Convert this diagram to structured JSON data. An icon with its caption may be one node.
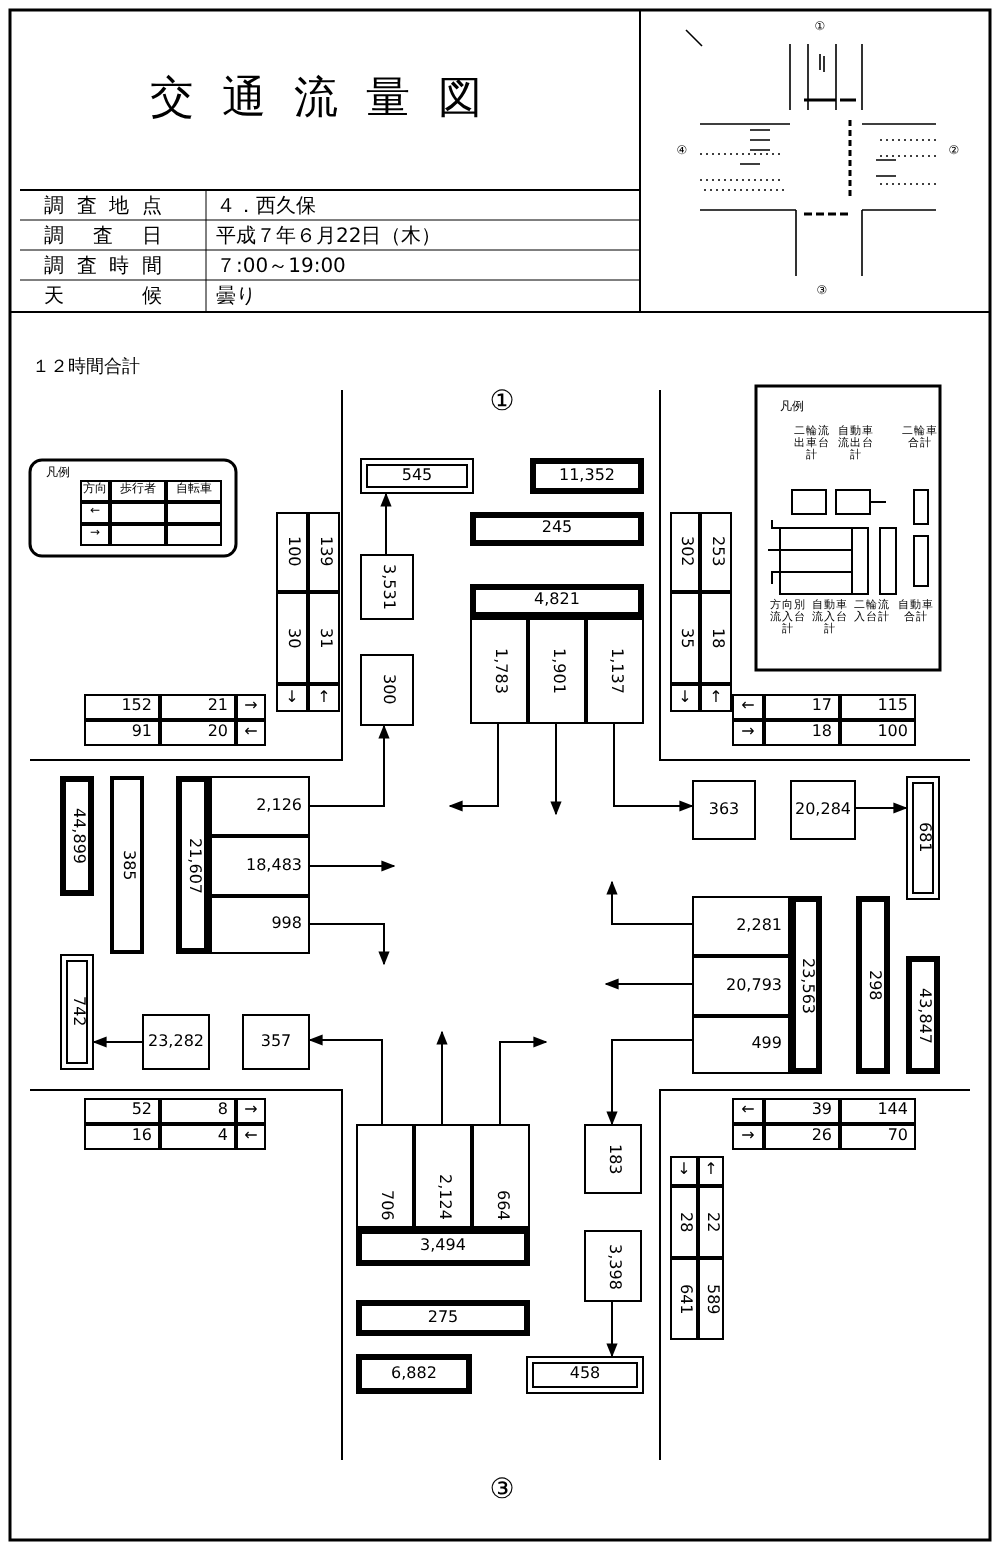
{
  "diagram": {
    "title": "交通流量図",
    "nodes": [
      {
        "text": [
          "545"
        ]
      },
      {
        "text": [
          "11,352"
        ]
      },
      {
        "text": [
          "245"
        ]
      },
      {
        "text": [
          "3,531"
        ]
      },
      {
        "text": [
          "4,821"
        ]
      },
      {
        "text": [
          "1,783"
        ]
      },
      {
        "text": [
          "1,901"
        ]
      },
      {
        "text": [
          "1,137"
        ]
      },
      {
        "text": [
          "300"
        ]
      },
      {
        "text": [
          "44,899"
        ]
      },
      {
        "text": [
          "385"
        ]
      },
      {
        "text": [
          "21,607"
        ]
      },
      {
        "text": [
          "2,126"
        ]
      },
      {
        "text": [
          "18,483"
        ]
      },
      {
        "text": [
          "998"
        ]
      },
      {
        "text": [
          "363"
        ]
      },
      {
        "text": [
          "20,284"
        ]
      },
      {
        "text": [
          "681"
        ]
      },
      {
        "text": [
          "2,281"
        ]
      },
      {
        "text": [
          "20,793"
        ]
      },
      {
        "text": [
          "499"
        ]
      },
      {
        "text": [
          "23,563"
        ]
      },
      {
        "text": [
          "298"
        ]
      },
      {
        "text": [
          "43,847"
        ]
      },
      {
        "text": [
          "742"
        ]
      },
      {
        "text": [
          "23,282"
        ]
      },
      {
        "text": [
          "357"
        ]
      },
      {
        "text": [
          "706"
        ]
      },
      {
        "text": [
          "2,124"
        ]
      },
      {
        "text": [
          "664"
        ]
      },
      {
        "text": [
          "183"
        ]
      },
      {
        "text": [
          "3,494"
        ]
      },
      {
        "text": [
          "3,398"
        ]
      },
      {
        "text": [
          "275"
        ]
      },
      {
        "text": [
          "6,882"
        ]
      },
      {
        "text": [
          "458"
        ]
      }
    ],
    "edges": [
      {
        "from": 3,
        "to": 0,
        "arrow": "to"
      },
      {
        "from": 5,
        "to": null,
        "arrow": "to"
      },
      {
        "from": 6,
        "to": null,
        "arrow": "to"
      },
      {
        "from": 7,
        "to": 15,
        "arrow": "to"
      },
      {
        "from": 12,
        "to": 8,
        "arrow": "to"
      },
      {
        "from": 13,
        "to": null,
        "arrow": "to"
      },
      {
        "from": 14,
        "to": null,
        "arrow": "to"
      },
      {
        "from": 16,
        "to": 17,
        "arrow": "to"
      },
      {
        "from": 18,
        "to": null,
        "arrow": "to"
      },
      {
        "from": 19,
        "to": null,
        "arrow": "to"
      },
      {
        "from": 20,
        "to": 30,
        "arrow": "to"
      },
      {
        "from": 25,
        "to": 24,
        "arrow": "to"
      },
      {
        "from": 27,
        "to": 26,
        "arrow": "to"
      },
      {
        "from": 28,
        "to": null,
        "arrow": "to"
      },
      {
        "from": 29,
        "to": null,
        "arrow": "to"
      },
      {
        "from": 32,
        "to": 35,
        "arrow": "to"
      }
    ],
    "labels": [
      "調査地点",
      "４．西久保",
      "調査日",
      "平成７年６月22日（木）",
      "調査時間",
      "７:00～19:00",
      "天候",
      "曇り",
      "①",
      "②",
      "③",
      "④",
      "１２時間合計",
      "①",
      "凡例",
      "方向",
      "歩行者",
      "自転車",
      "←",
      "→",
      "100",
      "139",
      "30",
      "31",
      "↓",
      "↑",
      "152",
      "21",
      "→",
      "91",
      "20",
      "←",
      "凡例",
      "二輪流出車台計",
      "自動車流出台計",
      "二輪車合計",
      "方向別流入台計",
      "自動車流入台計",
      "二輪流入台計",
      "自動車合計",
      "302",
      "253",
      "35",
      "18",
      "↓",
      "↑",
      "←",
      "17",
      "115",
      "→",
      "18",
      "100",
      "52",
      "8",
      "→",
      "16",
      "4",
      "←",
      "←",
      "39",
      "144",
      "→",
      "26",
      "70",
      "↓",
      "↑",
      "28",
      "22",
      "641",
      "589",
      "③"
    ]
  }
}
